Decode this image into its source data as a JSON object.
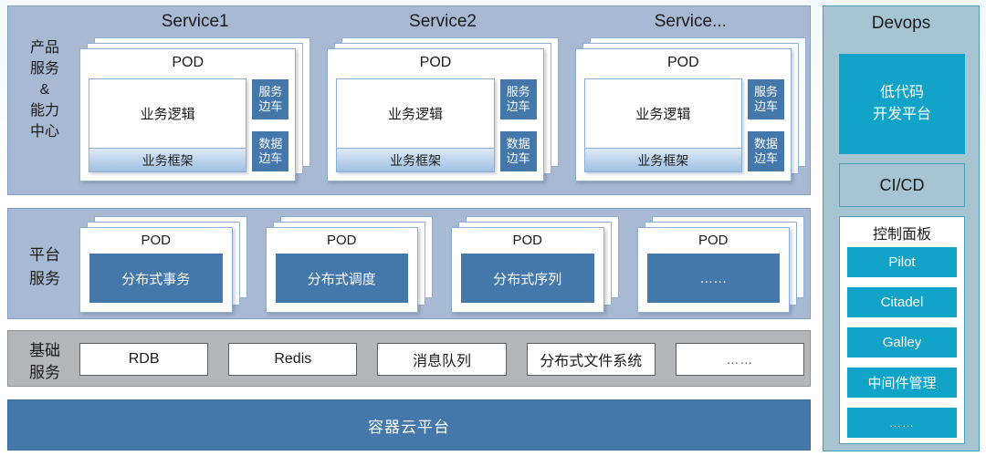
{
  "rows": {
    "product": {
      "label": "产品\n服务\n&\n能力\n中心",
      "services": [
        {
          "title": "Service1",
          "pod_label": "POD",
          "business_logic": "业务逻辑",
          "business_framework": "业务框架",
          "sidecars": [
            "服务\n边车",
            "数据\n边车"
          ]
        },
        {
          "title": "Service2",
          "pod_label": "POD",
          "business_logic": "业务逻辑",
          "business_framework": "业务框架",
          "sidecars": [
            "服务\n边车",
            "数据\n边车"
          ]
        },
        {
          "title": "Service...",
          "pod_label": "POD",
          "business_logic": "业务逻辑",
          "business_framework": "业务框架",
          "sidecars": [
            "服务\n边车",
            "数据\n边车"
          ]
        }
      ]
    },
    "platform": {
      "label": "平台\n服务",
      "pods": [
        {
          "pod_label": "POD",
          "service": "分布式事务"
        },
        {
          "pod_label": "POD",
          "service": "分布式调度"
        },
        {
          "pod_label": "POD",
          "service": "分布式序列"
        },
        {
          "pod_label": "POD",
          "service": "……"
        }
      ]
    },
    "infra": {
      "label": "基础\n服务",
      "items": [
        "RDB",
        "Redis",
        "消息队列",
        "分布式文件系统",
        "……"
      ]
    }
  },
  "container_platform": {
    "label": "容器云平台"
  },
  "devops": {
    "title": "Devops",
    "lowcode": "低代码\n开发平台",
    "cicd": "CI/CD",
    "control_panel": {
      "title": "控制面板",
      "items": [
        "Pilot",
        "Citadel",
        "Galley",
        "中间件管理",
        "……"
      ]
    }
  },
  "colors": {
    "band_blue": "#a8bad3",
    "band_gray": "#b4b6b9",
    "accent_dark_blue": "#4477aa",
    "accent_cyan": "#12a4c8",
    "devops_panel": "#a6c4d1",
    "border_blue": "#7f9ec4"
  }
}
